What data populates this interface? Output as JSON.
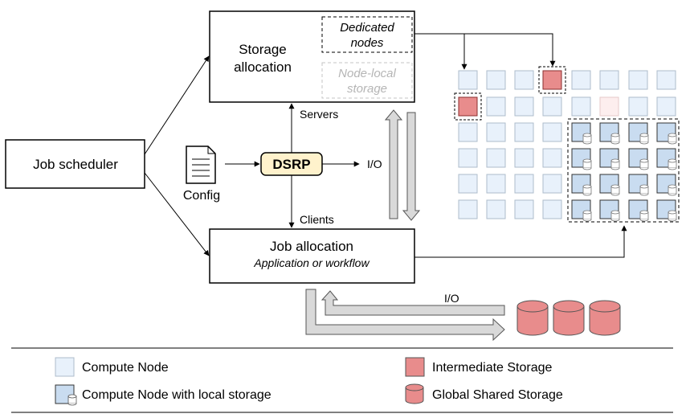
{
  "diagram": {
    "job_scheduler": "Job scheduler",
    "storage_allocation_line1": "Storage",
    "storage_allocation_line2": "allocation",
    "dedicated_nodes_line1": "Dedicated",
    "dedicated_nodes_line2": "nodes",
    "node_local_storage_line1": "Node-local",
    "node_local_storage_line2": "storage",
    "config": "Config",
    "dsrp": "DSRP",
    "servers": "Servers",
    "clients": "Clients",
    "io_right": "I/O",
    "io_bottom": "I/O",
    "job_allocation": "Job allocation",
    "job_allocation_sub": "Application or workflow"
  },
  "legend": {
    "compute_node": "Compute Node",
    "compute_node_local": "Compute Node with local storage",
    "intermediate_storage": "Intermediate Storage",
    "global_shared_storage": "Global Shared Storage"
  },
  "colors": {
    "compute_fill": "#e8f1fb",
    "compute_stroke": "#aebccb",
    "local_fill": "#c9dcf0",
    "intermediate_fill": "#e88c8c",
    "intermediate_stroke": "#8a2e2e",
    "global_fill": "#e88c8c",
    "dsrp_fill": "#fff2cc",
    "arrow_gray": "#d9d9d9"
  }
}
